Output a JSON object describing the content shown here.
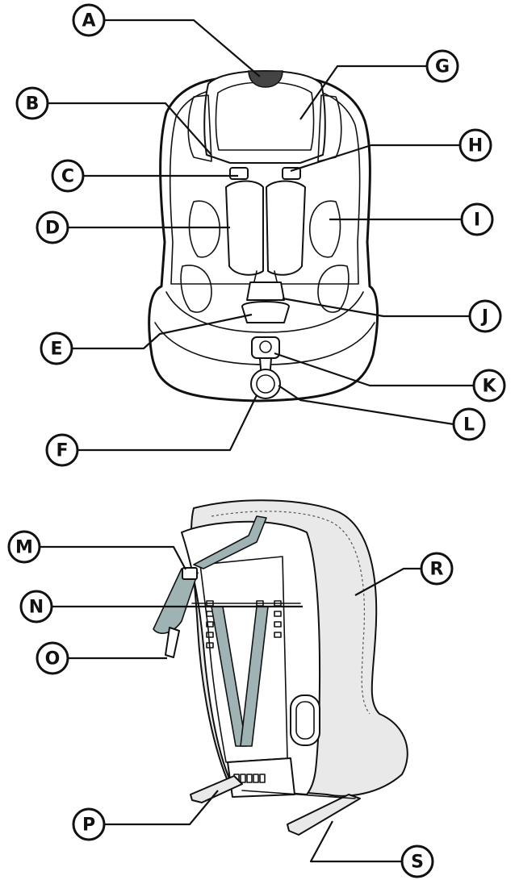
{
  "callouts": [
    {
      "id": "A",
      "label": "A"
    },
    {
      "id": "B",
      "label": "B"
    },
    {
      "id": "C",
      "label": "C"
    },
    {
      "id": "D",
      "label": "D"
    },
    {
      "id": "E",
      "label": "E"
    },
    {
      "id": "F",
      "label": "F"
    },
    {
      "id": "G",
      "label": "G"
    },
    {
      "id": "H",
      "label": "H"
    },
    {
      "id": "I",
      "label": "I"
    },
    {
      "id": "J",
      "label": "J"
    },
    {
      "id": "K",
      "label": "K"
    },
    {
      "id": "L",
      "label": "L"
    },
    {
      "id": "M",
      "label": "M"
    },
    {
      "id": "N",
      "label": "N"
    },
    {
      "id": "O",
      "label": "O"
    },
    {
      "id": "P",
      "label": "P"
    },
    {
      "id": "R",
      "label": "R"
    },
    {
      "id": "S",
      "label": "S"
    }
  ],
  "colors": {
    "line": "#111111",
    "strap": "#9fb3b5",
    "shell": "#e9e9e9",
    "background": "#ffffff"
  }
}
